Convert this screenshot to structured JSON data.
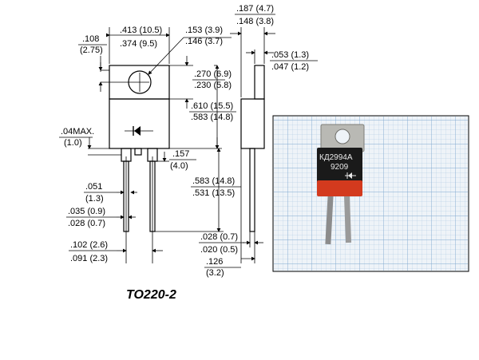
{
  "dimensions": {
    "d413": ".413 (10.5)",
    "d374": ".374 (9.5)",
    "d153": ".153 (3.9)",
    "d146": ".146 (3.7)",
    "d187": ".187 (4.7)",
    "d148": ".148 (3.8)",
    "d108": ".108",
    "d108mm": "(2.75)",
    "d053": ".053 (1.3)",
    "d047": ".047 (1.2)",
    "d270": ".270 (6.9)",
    "d230": ".230 (5.8)",
    "d610": ".610 (15.5)",
    "d583a": ".583 (14.8)",
    "d04max": ".04MAX.",
    "d04mm": "(1.0)",
    "d157": ".157",
    "d157mm": "(4.0)",
    "d051": ".051",
    "d051mm": "(1.3)",
    "d583b": ".583 (14.8)",
    "d531": ".531 (13.5)",
    "d035": ".035 (0.9)",
    "d028a": ".028 (0.7)",
    "d028b": ".028 (0.7)",
    "d020": ".020 (0.5)",
    "d102": ".102 (2.6)",
    "d091": ".091 (2.3)",
    "d126": ".126",
    "d126mm": "(3.2)"
  },
  "package_title": "TO220-2",
  "photo": {
    "marking_line1": "КД2994А",
    "marking_line2": "9209"
  },
  "colors": {
    "line": "#000000",
    "photo_grid": "#8fb6d8",
    "photo_bg": "#e9eff5",
    "component_body": "#1a1a1a",
    "component_base": "#d33a1e",
    "tab_metal": "#b9b9b4"
  }
}
